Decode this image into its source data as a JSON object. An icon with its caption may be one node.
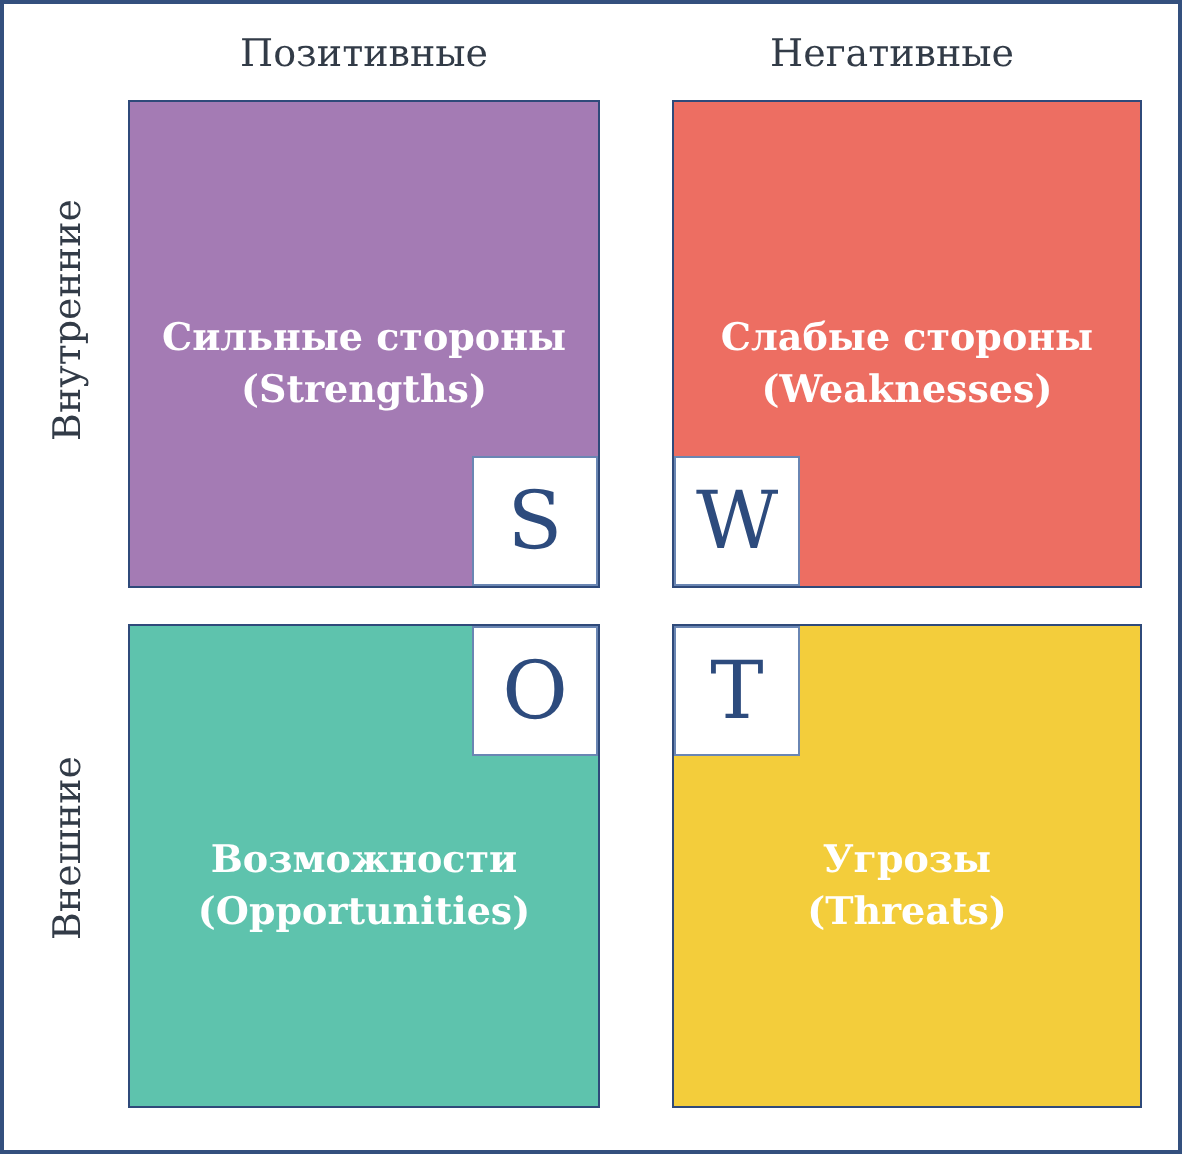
{
  "diagram": {
    "nodes": [
      {
        "text": [
          "Сильные стороны (Strengths)"
        ]
      },
      {
        "text": [
          "S"
        ],
        "in": 0
      },
      {
        "text": [
          "Слабые стороны (Weaknesses)"
        ]
      },
      {
        "text": [
          "W"
        ],
        "in": 2
      },
      {
        "text": [
          "Возможности (Opportunities)"
        ]
      },
      {
        "text": [
          "O"
        ],
        "in": 4
      },
      {
        "text": [
          "Угрозы (Threats)"
        ]
      },
      {
        "text": [
          "T"
        ],
        "in": 6
      }
    ],
    "labels": [
      "Позитивные",
      "Негативные",
      "Внутренние",
      "Внешние"
    ]
  }
}
